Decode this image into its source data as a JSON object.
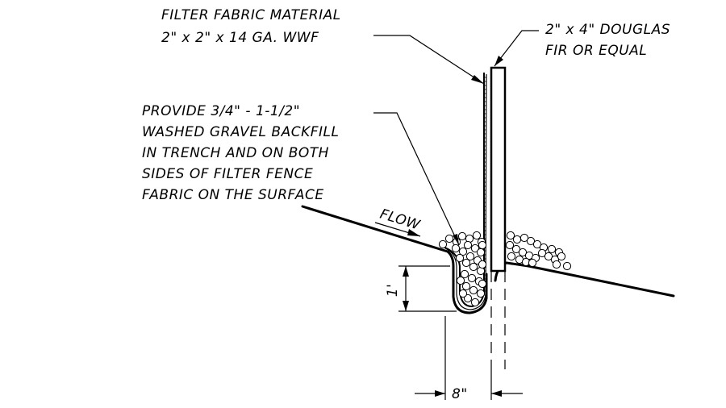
{
  "labels": {
    "filter_fabric": [
      "FILTER FABRIC MATERIAL",
      "2\" x 2\" x 14 GA. WWF"
    ],
    "post": [
      "2\" x 4\" DOUGLAS",
      "FIR OR EQUAL"
    ],
    "gravel": [
      "PROVIDE 3/4\" - 1-1/2\"",
      "WASHED GRAVEL BACKFILL",
      "IN TRENCH AND ON BOTH",
      "SIDES OF FILTER FENCE",
      "FABRIC ON THE SURFACE"
    ],
    "flow": "FLOW",
    "depth_dim": "1'",
    "width_dim": "8\""
  }
}
